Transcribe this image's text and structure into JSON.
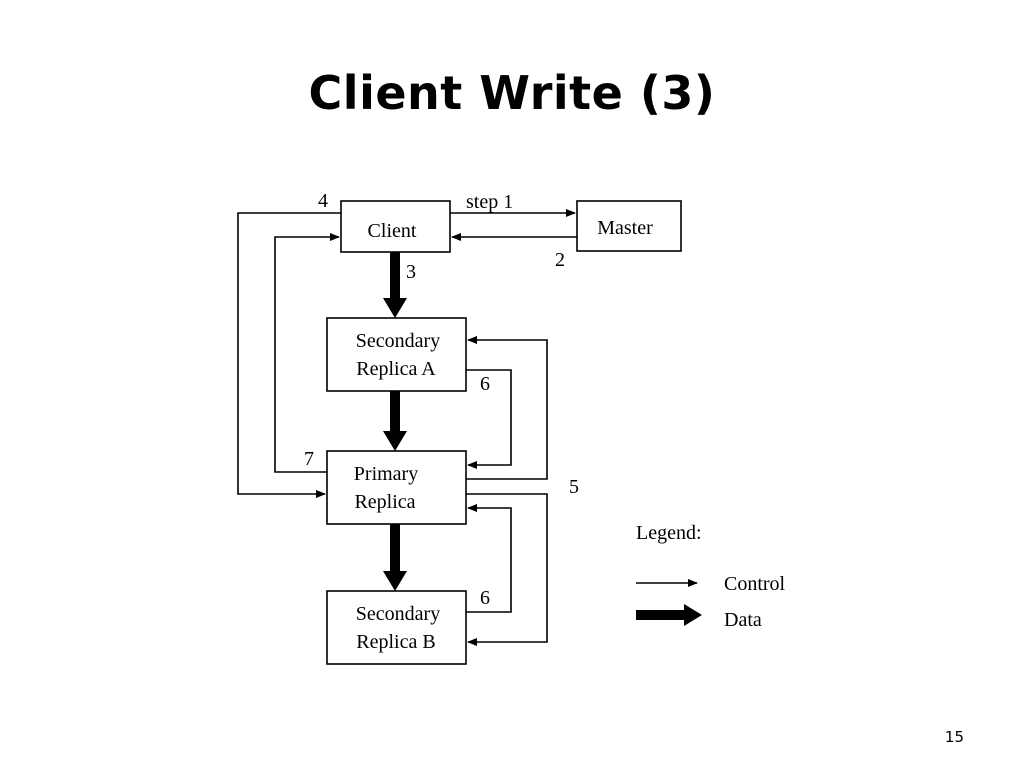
{
  "slide": {
    "title": "Client Write (3)",
    "page_number": "15"
  },
  "diagram": {
    "nodes": {
      "client": "Client",
      "master": "Master",
      "secondary_a": [
        "Secondary",
        "Replica A"
      ],
      "primary": [
        "Primary",
        "Replica"
      ],
      "secondary_b": [
        "Secondary",
        "Replica B"
      ]
    },
    "step_labels": {
      "step1": "step 1",
      "step2": "2",
      "step3": "3",
      "step4": "4",
      "step5": "5",
      "step6_a": "6",
      "step6_b": "6",
      "step7": "7"
    },
    "legend": {
      "title": "Legend:",
      "control": "Control",
      "data": "Data"
    }
  }
}
